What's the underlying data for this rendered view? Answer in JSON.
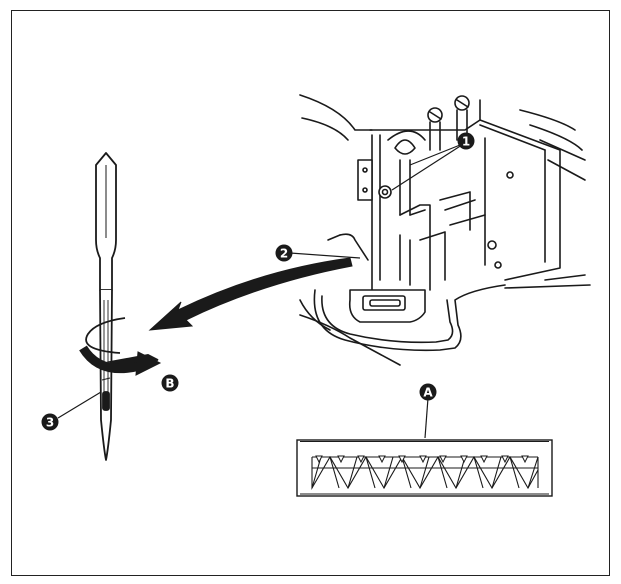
{
  "callouts": {
    "one": "1",
    "two": "2",
    "three": "3",
    "a": "A",
    "b": "B"
  },
  "colors": {
    "ink": "#1a1a1a",
    "paper": "#ffffff"
  }
}
